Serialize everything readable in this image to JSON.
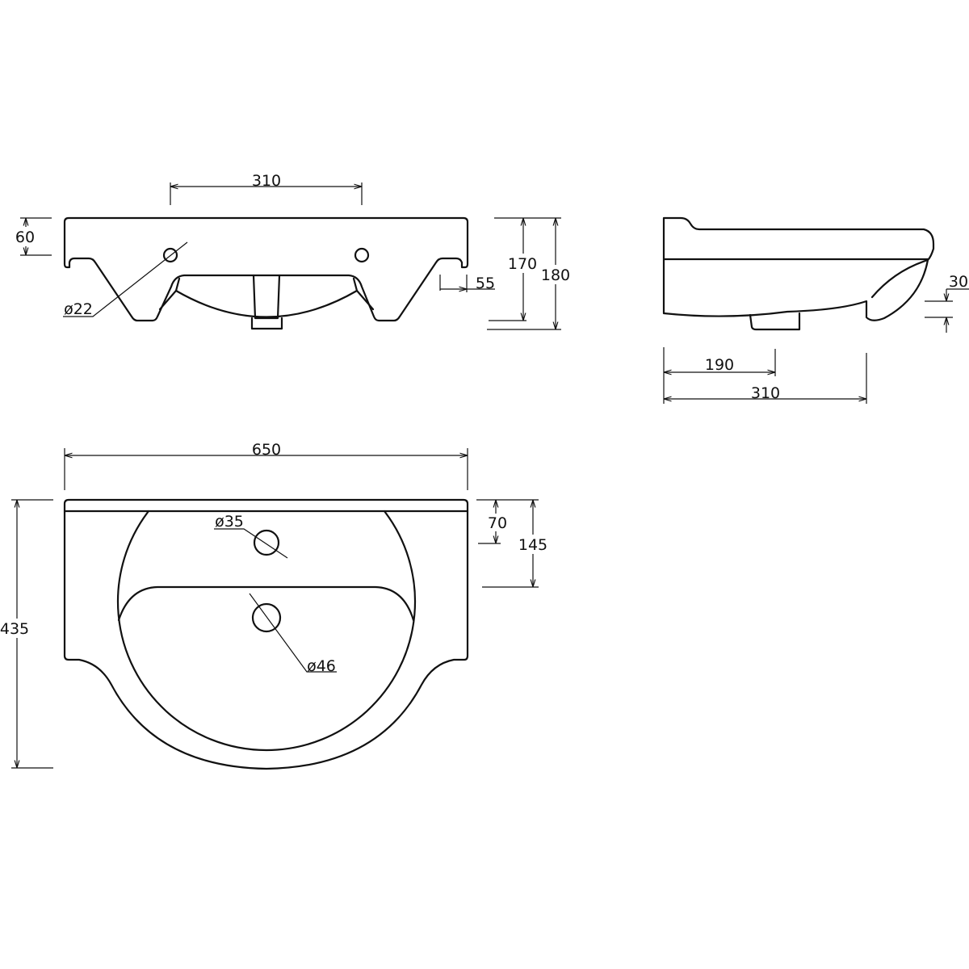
{
  "front_view": {
    "dim_tap_spacing": "310",
    "dim_deck_height": "60",
    "dim_tap_hole": "ø22",
    "dim_leg_offset": "55",
    "dim_height_inner": "170",
    "dim_height_total": "180"
  },
  "side_view": {
    "dim_overflow": "30",
    "dim_waste_position": "190",
    "dim_depth": "310"
  },
  "top_view": {
    "dim_width": "650",
    "dim_total_depth": "435",
    "dim_tap_hole": "ø35",
    "dim_waste_hole": "ø46",
    "dim_tap_offset": "70",
    "dim_shelf_depth": "145"
  },
  "colors": {
    "line": "#111111",
    "background": "#ffffff"
  }
}
